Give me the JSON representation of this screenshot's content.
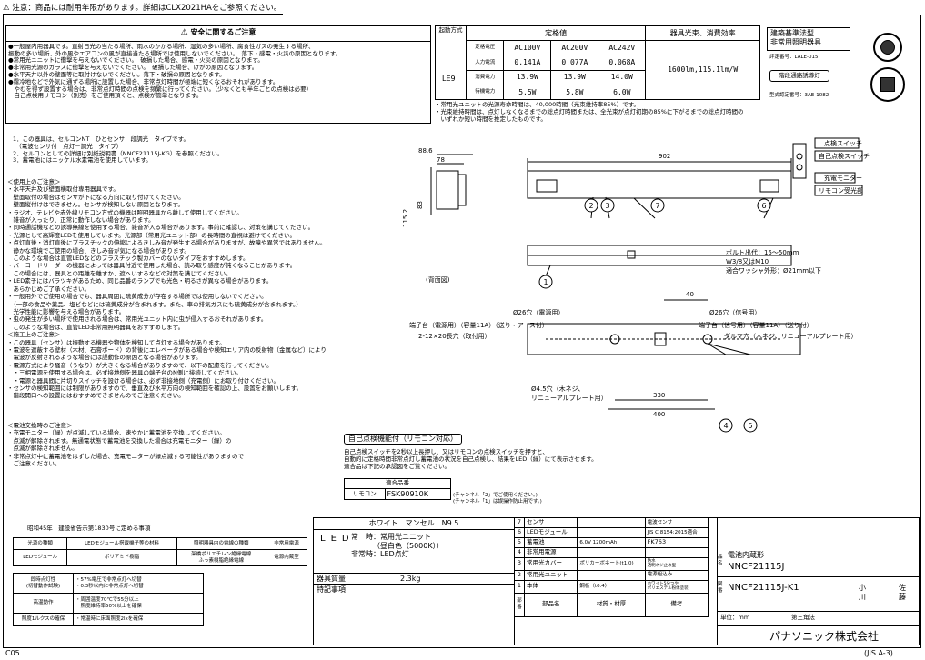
{
  "top_note": "⚠ 注意：商品には耐用年限があります。詳細はCLX2021HAをご参照ください。",
  "safety": {
    "title": "安全に関するご注意",
    "items": [
      "●一般屋内用器具です。直射日光の当たる場所、雨水のかかる場所、湿気の多い場所、腐食性ガスの発生する場所、",
      "振動の多い場所、外の風やエアコンの風が直接当たる場所では使用しないでください。　落下・感電・火災の原因となります。",
      "●常用光ユニットに衝撃を与えないでください。　破損した場合、感電・火災の原因となります。",
      "●非常用光源のガラスに衝撃を与えないでください。　破損した場合、けがの原因となります。",
      "●水平天井以外の壁面等に取付けないでください。落下・破損の原因となります。",
      "●霧冷地などで外気に通ずる場所に設置した場合、非常点灯時間が極端に短くなるおそれがあります。",
      "　やむを得ず設置する場合は、非常点灯時間の点検を頻繁に行ってください。（少なくとも半年ごとの点検は必要）",
      "　自己点検用リモコン（別売）をご使用頂くと、点検が簡単となります。"
    ]
  },
  "rating": {
    "header_method": "起動方式",
    "header_rating": "定格値",
    "header_flux": "器具光束、消費効率",
    "row_labels": [
      "定格電圧",
      "入力電流",
      "消費電力",
      "待機電力"
    ],
    "model": "LE9",
    "values": [
      [
        "AC100V",
        "AC200V",
        "AC242V"
      ],
      [
        "0.141A",
        "0.077A",
        "0.068A"
      ],
      [
        "13.9W",
        "13.9W",
        "14.0W"
      ],
      [
        "5.5W",
        "5.8W",
        "6.0W"
      ]
    ],
    "flux": "1600lm,115.1lm/W",
    "notes": [
      "・常用光ユニットの光源寿命時間は、40,000時間（光束維持率85%）です。",
      "・光束維持時間は、点灯しなくなるまでの総点灯時間または、全光束が点灯初期の85%に下がるまでの総点灯時間の",
      "　いずれか短い時間を推定したものです。"
    ]
  },
  "cert": {
    "box_title_1": "建築基準法型",
    "box_title_2": "非常用照明器具",
    "reg_no": "評定番号：LALE-015",
    "guide": "階段通路誘導灯",
    "type_no": "型式認定番号：3AE-1082"
  },
  "intro": [
    "1．この器具は、セルコンNT　ひとセンサ　段調光　タイプです。",
    "　（電波センサ付　点灯－調光　タイプ）",
    "2．セルコンとしての詳細は別紙説明書（NNCF21115J-KG）を参照ください。",
    "3．蓄電池にはニッケル水素電池を使用しています。"
  ],
  "usage": [
    "＜使用上のご注意＞",
    "・水平天井及び壁面横取付専用器具です。",
    "　壁面取付の場合はセンサが下になる方向に取り付けてください。",
    "　壁面縦付けはできません。センサが検知しない原因となります。",
    "・ラジオ、テレビや赤外線リモコン方式の機器は照明器具から離して使用してください。",
    "　雑音が入ったり、正常に動作しない場合があります。",
    "・同時通話機などの誘導無線を使用する場合、雑音が入る場合があります。事前に確認し、対策を講じてください。",
    "・光源として高輝度LEDを使用しています。光源部（常用光ユニット部）の長時間の直視は避けてください。",
    "・点灯直後・消灯直後にプラスチックの伸縮によるきしみ音が発生する場合がありますが、故障や異常ではありません。",
    "　静かな環境でご使用の場合、きしみ音が気になる場合があります。",
    "　このような場合は直管LEDなどのプラスチック製カバーのないタイプをおすすめします。",
    "・バーコードリーダーの機器によっては器具付近で使用した場合、読み取り感度が鈍くなることがあります。",
    "　この場合には、器具との距離を離すか、遮へいするなどの対策を講じてください。",
    "・LED素子にはバラツキがあるため、同じ品番のランプでも光色・明るさが異なる場合があります。",
    "　あらかじめご了承ください。",
    "・一般用外でご使用の場合でも、器具周囲に硫黄成分が存在する場所では使用しないでください。",
    "　（一部の食品や薬品、塩ビなどには硫黄成分が含まれます。また、車の排気ガスにも硫黄成分が含まれます。）",
    "　光学性能に影響を与える場合があります。",
    "・虫の発生が多い場所で使用される場合は、常用光ユニット内に虫が侵入するおそれがあります。",
    "　このような場合は、直管LED非常用照明器具をおすすめします。",
    "＜施工上のご注意＞",
    "・この器具（センサ）は振動する機器や物体を検知して点灯する場合があります。",
    "・電波を遮蔽する壁材（木材、石膏ボード）の背後にエレベータがある場合や検知エリア内の反射物（金属など）により",
    "　電波が反射されるような場合には誤動作の原因となる場合があります。",
    "・電源方式により騒音（うなり）が大きくなる場合がありますので、以下の配慮を行ってください。",
    "　・三相電源を使用する場合は、必ず接地側を器具の端子台のN側に接続してください。",
    "　・電源と器具間に片切りスイッチを設ける場合は、必ず非接地側（充電側）にお取り付けください。",
    "・センサの検知範囲には制限がありますので、垂直及び水平方向の検知範囲を確認の上、設置をお願いします。",
    "　階段開口への設置にはおすすめできませんのでご注意ください。"
  ],
  "battery": [
    "＜電池交換時のご注意＞",
    "・充電モニター（緑）が点滅している場合、速やかに蓄電池を交換してください。",
    "　点滅が解除されます。無通電状態で蓄電池を交換した場合は充電モニター（緑）の",
    "　点滅が解除されません。",
    "・非常点灯中に蓄電池をはずした場合、充電モニターが緑点滅する可能性がありますので",
    "　ご注意ください。"
  ],
  "showa": "昭和45年　建設省告示第1830号に定める事項",
  "left_table": {
    "headers": [
      "光源の種類",
      "LEDモジュール搭載機子等の材料",
      "照明器具内の電線の種類",
      "非常用電源"
    ],
    "row": [
      "LEDモジュール",
      "ポリアミド樹脂",
      "架橋ポリエチレン絶縁電線\nふっ素樹脂絶縁電線",
      "電源内蔵型"
    ],
    "rows2": [
      [
        "即時点灯性\n(切替動作試験)",
        "・57%電圧で非常点灯へ切替\n・0.3秒以内に非常点灯へ切替"
      ],
      [
        "高温動作",
        "・周囲温度70℃で55分以上\n　照度維持率50%以上を確保"
      ],
      [
        "照度1ルクスの確保",
        "・常温時に床面照度2lxを確保"
      ]
    ]
  },
  "drawing": {
    "dim_886": "88.6",
    "dim_78": "78",
    "dim_902": "902",
    "dim_1152": "115.2",
    "dim_83": "83",
    "dim_40": "40",
    "dim_330": "330",
    "dim_400": "400",
    "back_label": "(背面図)",
    "bolt_lines": [
      "ボルト出代：15～50mm",
      "W3/8又はM10",
      "適合ワッシャ外形：Ø21mm以下"
    ],
    "legend": [
      "点検スイッチ",
      "自己点検スイッチ",
      "充電モニター",
      "リモコン受光部"
    ],
    "holes": {
      "left_hole": "Ø26穴（電源用）",
      "right_hole": "Ø26穴（信号用）",
      "terminal_left": "端子台（電源用）（容量11A）（送り・アース付）",
      "terminal_right": "端子台（信号用）（容量11A）（送り付）",
      "mount": "2-12×20長穴（取付用）",
      "daruma": "ダルマ穴（木ネジ、リニューアルプレート用）",
      "small_hole_1": "Ø4.5穴（木ネジ、",
      "small_hole_2": "リニューアルプレート用）"
    },
    "numbers": [
      "1",
      "2",
      "3",
      "4",
      "5",
      "6",
      "7"
    ]
  },
  "selfcheck": {
    "title": "自己点検機能付（リモコン対応）",
    "lines": [
      "自己点検スイッチを2秒以上長押し、又はリモコンの点検スイッチを押すと、",
      "自動的に定格時間非常点灯し蓄電池の状況を自己点検し、結果をLED（緑）にて表示させます。",
      "適合品は下記の承認図をご覧ください。"
    ],
    "table_header": "適合品番",
    "remote_label": "リモコン",
    "remote_model": "FSK90910K",
    "remote_note_1": "(チャンネル「2」でご使用ください。)",
    "remote_note_2": "(チャンネル「1」は誤操作防止用です。)"
  },
  "bottom": {
    "finish_label": "ホワイト　マンセル　N9.5",
    "led_label": "LED",
    "led_lines": [
      "常　時：常用光ユニット",
      "（昼白色（5000K））",
      "非常時：LED点灯"
    ],
    "mass_label": "器具質量",
    "mass_value": "2.3kg",
    "special_label": "特記事項",
    "parts": [
      [
        "7",
        "センサ",
        "",
        "電波センサ"
      ],
      [
        "6",
        "LEDモジュール",
        "",
        "JIS C 8154:2015適合"
      ],
      [
        "5",
        "蓄電池",
        "6.0V 1200mAh",
        "FK763"
      ],
      [
        "4",
        "非常用電源",
        "",
        ""
      ],
      [
        "3",
        "常用光カバー",
        "ポリカーボネート(t1.0)",
        "防水\n透明ネジ止め型"
      ],
      [
        "2",
        "常用光ユニット",
        "",
        "電源組込み"
      ],
      [
        "1",
        "本体",
        "鋼板（t0.4）",
        "ホワイト5分つや\nポリエステル粉体塗装"
      ]
    ],
    "parts_header": [
      "部番",
      "部品名",
      "材質・材厚",
      "備考"
    ],
    "product_name_label": "品名",
    "product_name": "電池内蔵形",
    "product_code": "NNCF21115J",
    "drawing_label": "図番",
    "drawing_no": "NNCF21115J-K1",
    "signer_1": "小川",
    "signer_2": "佐藤",
    "unit": "単位：mm",
    "projection": "第三角法",
    "company": "パナソニック株式会社"
  },
  "footer_left": "C05",
  "footer_right": "(JIS A-3)"
}
